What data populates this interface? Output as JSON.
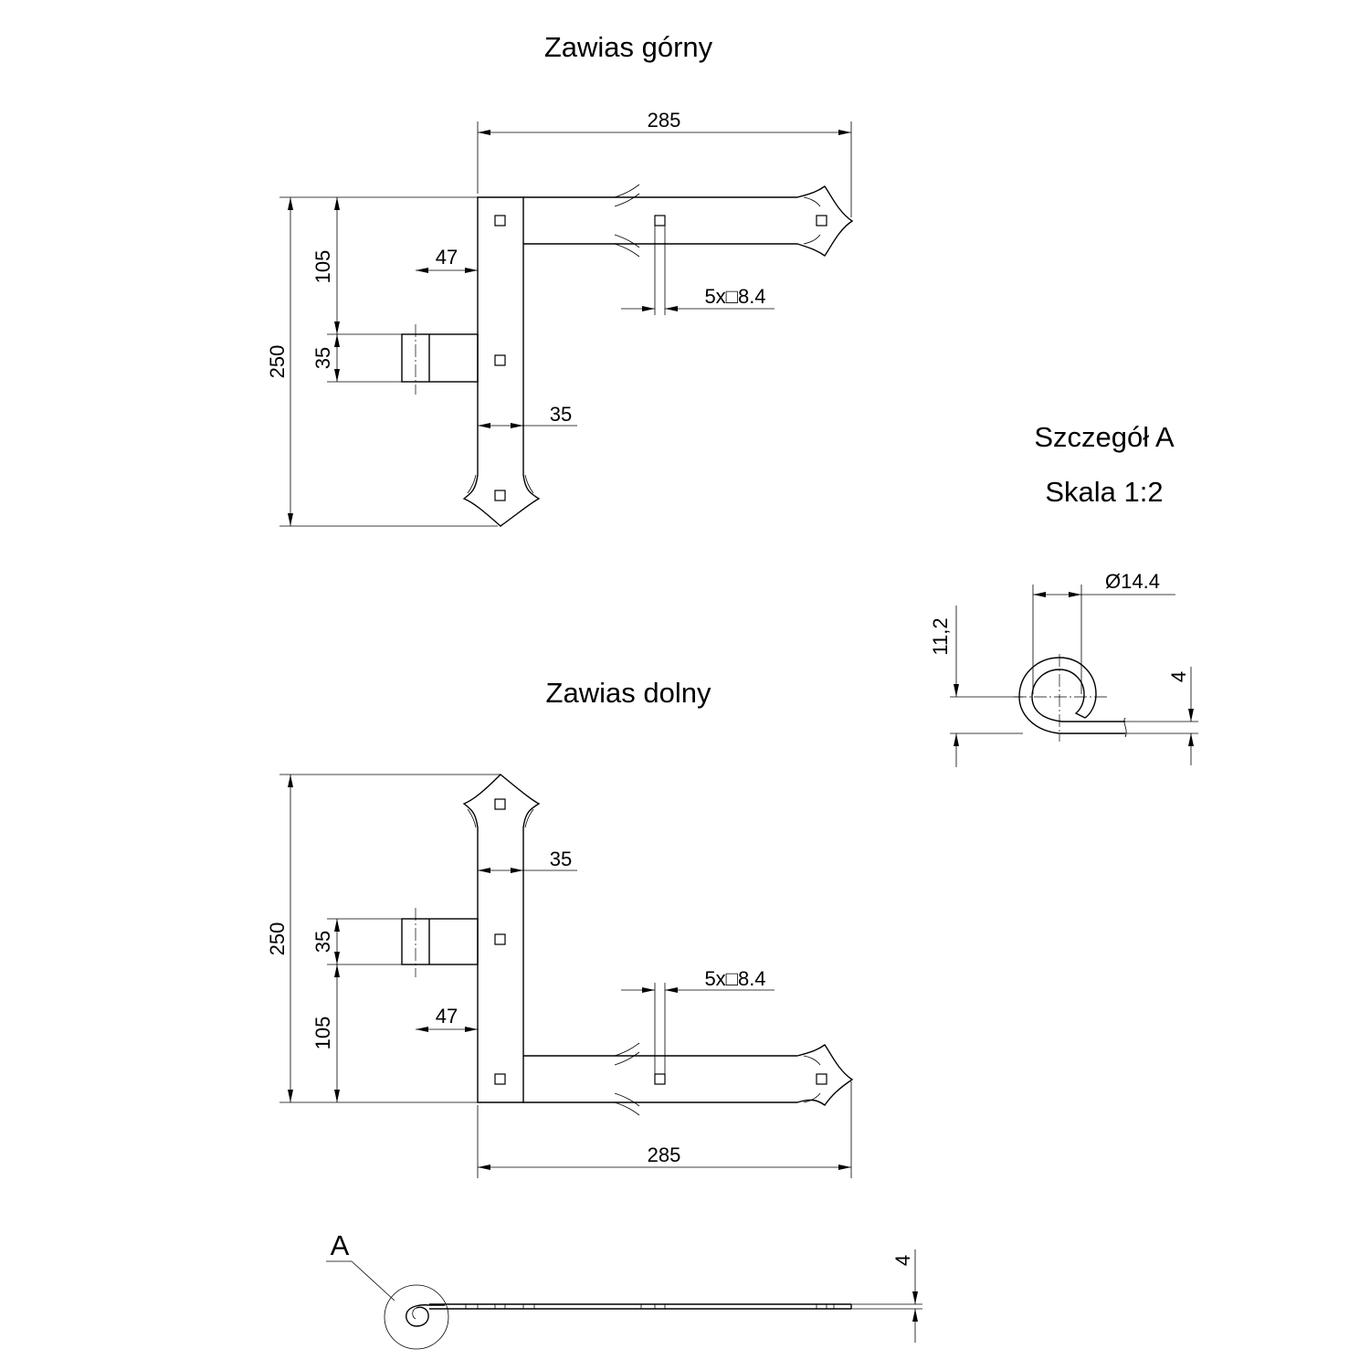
{
  "upper_hinge": {
    "title": "Zawias górny",
    "dim_length": "285",
    "dim_height": "250",
    "dim_top": "105",
    "dim_knuckle": "35",
    "dim_offset": "47",
    "dim_width": "35",
    "dim_holes": "5x□8.4"
  },
  "lower_hinge": {
    "title": "Zawias dolny",
    "dim_length": "285",
    "dim_height": "250",
    "dim_bottom": "105",
    "dim_knuckle": "35",
    "dim_offset": "47",
    "dim_width": "35",
    "dim_holes": "5x□8.4"
  },
  "detail": {
    "title": "Szczegół A",
    "scale": "Skala 1:2",
    "dim_diameter": "Ø14.4",
    "dim_height": "11,2",
    "dim_thickness": "4"
  },
  "side_view": {
    "label": "A",
    "dim_thickness": "4"
  }
}
